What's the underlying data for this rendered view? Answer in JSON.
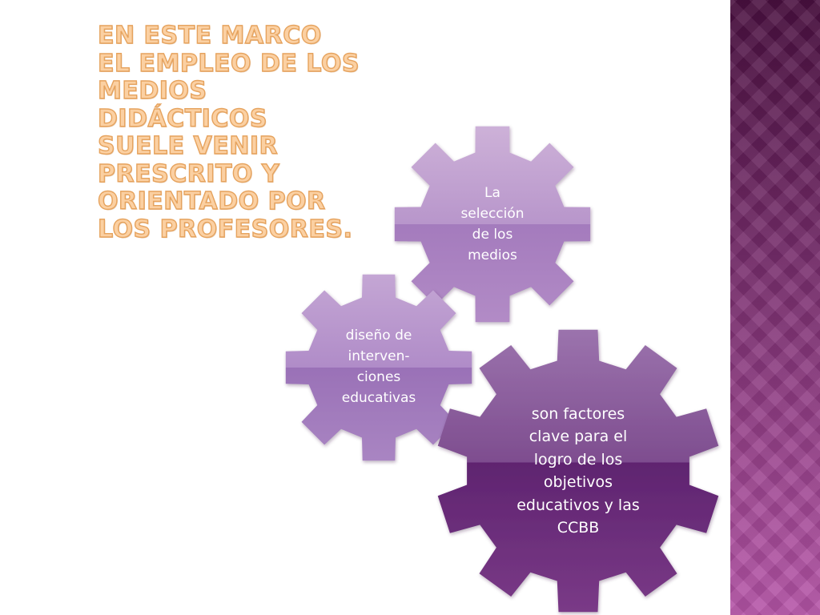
{
  "slide": {
    "title": "En este marco el empleo de los medios didácticos suele venir prescrito y orientado por los profesores."
  },
  "diagram": {
    "nodes": [
      {
        "id": "seleccion",
        "text": "La\nselección\nde los\nmedios",
        "color": "#b48ac6"
      },
      {
        "id": "diseno",
        "text": "diseño de\ninterven-\nciones\neducativas",
        "color": "#a77cc1"
      },
      {
        "id": "factores",
        "text": "son factores\nclave para el\nlogro de los\nobjetivos\neducativos y las\nCCBB",
        "color": "#6e2f7c"
      }
    ]
  },
  "colors": {
    "title_fill": "#fbd0a2",
    "title_stroke": "#e6a35e",
    "sidebar_top": "#4a1040",
    "sidebar_bottom": "#b655a8",
    "arrow_fill": "#b58fcb"
  }
}
